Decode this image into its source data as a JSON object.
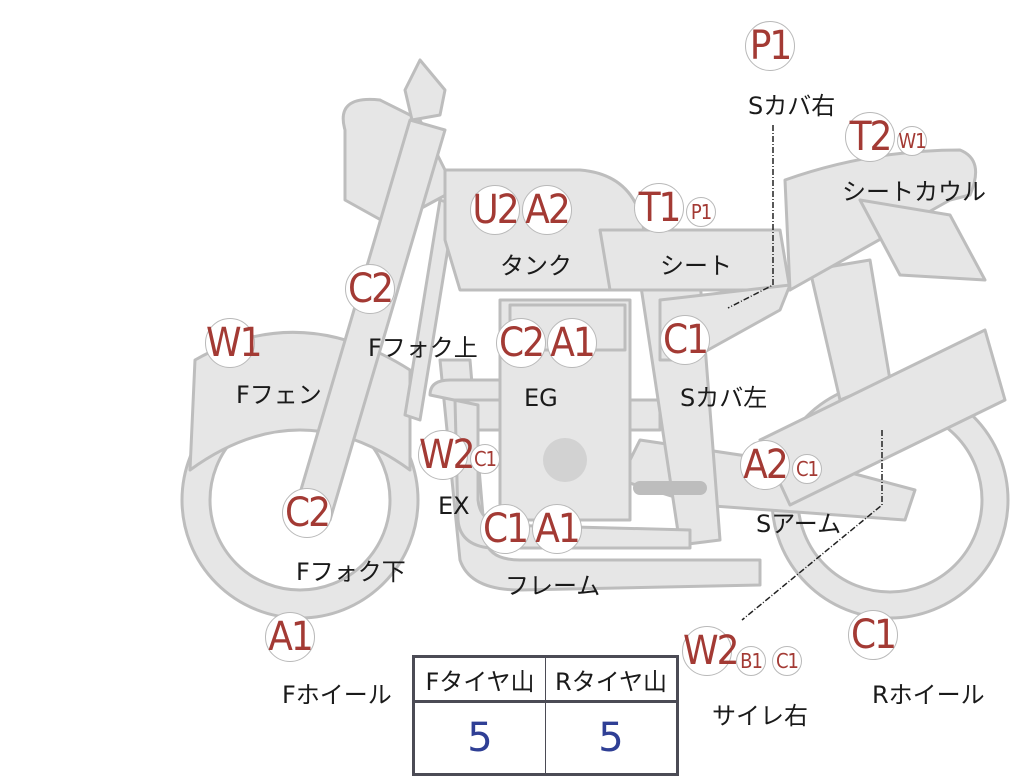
{
  "parts": [
    {
      "label": "タンク",
      "codes": [
        "U2",
        "A2"
      ]
    },
    {
      "label": "シート",
      "codes": [
        "T1",
        "P1"
      ]
    },
    {
      "label": "Sカバ右",
      "codes": [
        "P1"
      ]
    },
    {
      "label": "シートカウル",
      "codes": [
        "T2",
        "W1"
      ]
    },
    {
      "label": "Fフォク上",
      "codes": [
        "C2"
      ]
    },
    {
      "label": "Fフェン",
      "codes": [
        "W1"
      ]
    },
    {
      "label": "EG",
      "codes": [
        "C2",
        "A1"
      ]
    },
    {
      "label": "Sカバ左",
      "codes": [
        "C1"
      ]
    },
    {
      "label": "EX",
      "codes": [
        "W2",
        "C1"
      ]
    },
    {
      "label": "Sアーム",
      "codes": [
        "A2",
        "C1"
      ]
    },
    {
      "label": "Fフォク下",
      "codes": [
        "C2"
      ]
    },
    {
      "label": "フレーム",
      "codes": [
        "C1",
        "A1"
      ]
    },
    {
      "label": "Fホイール",
      "codes": [
        "A1"
      ]
    },
    {
      "label": "サイレ右",
      "codes": [
        "W2",
        "B1",
        "C1"
      ]
    },
    {
      "label": "Rホイール",
      "codes": [
        "C1"
      ]
    }
  ],
  "tyre_table": {
    "headers": [
      "Fタイヤ山",
      "Rタイヤ山"
    ],
    "values": [
      "5",
      "5"
    ]
  },
  "colors": {
    "code": "#a33a34",
    "value": "#2f3f95",
    "bike_fill": "#e6e6e6",
    "bike_stroke": "#bdbdbd"
  }
}
